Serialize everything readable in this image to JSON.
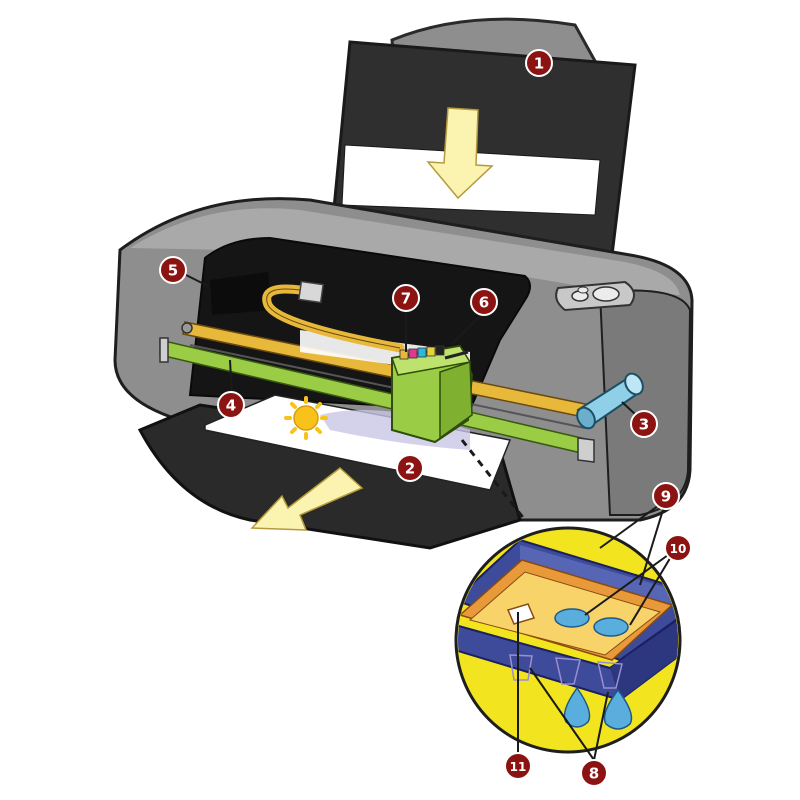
{
  "colors": {
    "callout_fill": "#8b1412",
    "callout_text": "#ffffff",
    "printer_body": "#8e8e8e",
    "printer_dark": "#2a2a2a",
    "carriage_green": "#9acd45",
    "rail_yellow": "#e8b83a",
    "arrow_yellow": "#fbf3b0",
    "zoom_yellow": "#f2e51f",
    "chamber_blue": "#3d4b9a",
    "chamber_orange": "#e89a3a",
    "ink_drop_blue": "#5aaedd",
    "sun_yellow": "#f8c21a",
    "roller_cyan": "#8fd0e8"
  },
  "callouts": [
    {
      "id": "1",
      "label": "1"
    },
    {
      "id": "2",
      "label": "2"
    },
    {
      "id": "3",
      "label": "3"
    },
    {
      "id": "4",
      "label": "4"
    },
    {
      "id": "5",
      "label": "5"
    },
    {
      "id": "6",
      "label": "6"
    },
    {
      "id": "7",
      "label": "7"
    },
    {
      "id": "8",
      "label": "8"
    },
    {
      "id": "9",
      "label": "9"
    },
    {
      "id": "10",
      "label": "10"
    },
    {
      "id": "11",
      "label": "11"
    }
  ],
  "icons": [
    "paper-feed-arrow-icon",
    "paper-output-arrow-icon",
    "sun-icon",
    "ink-drop-icon"
  ]
}
